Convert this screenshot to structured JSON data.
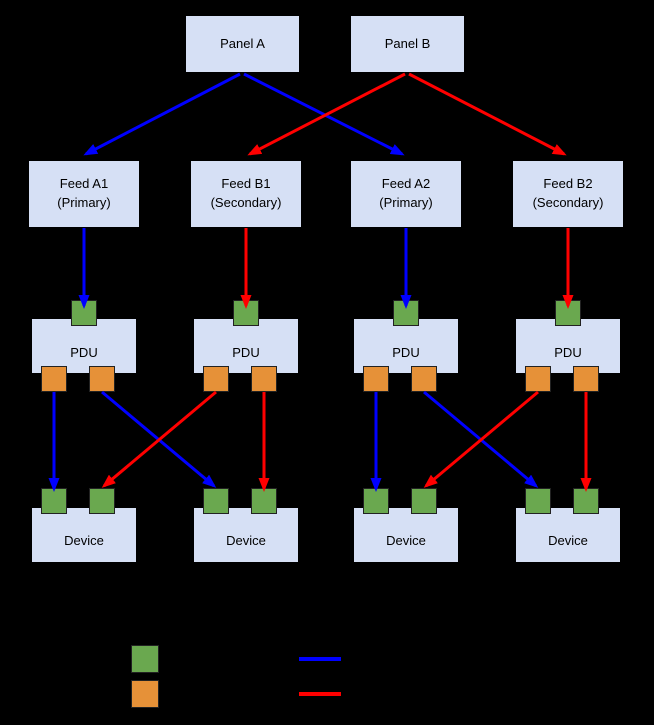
{
  "diagram": {
    "panels": [
      {
        "label": "Panel A"
      },
      {
        "label": "Panel B"
      }
    ],
    "feeds": [
      {
        "name": "Feed A1",
        "role": "(Primary)"
      },
      {
        "name": "Feed B1",
        "role": "(Secondary)"
      },
      {
        "name": "Feed A2",
        "role": "(Primary)"
      },
      {
        "name": "Feed B2",
        "role": "(Secondary)"
      }
    ],
    "pdus": [
      {
        "label": "PDU"
      },
      {
        "label": "PDU"
      },
      {
        "label": "PDU"
      },
      {
        "label": "PDU"
      }
    ],
    "devices": [
      {
        "label": "Device"
      },
      {
        "label": "Device"
      },
      {
        "label": "Device"
      },
      {
        "label": "Device"
      }
    ],
    "colors": {
      "background": "#000000",
      "node_fill": "#d6e0f5",
      "input_port_green": "#6aa84f",
      "output_port_orange": "#e69138",
      "feed_a_blue": "#0000ff",
      "feed_b_red": "#ff0000"
    },
    "legend": {
      "swatches": [
        {
          "name": "input-port",
          "color": "#6aa84f"
        },
        {
          "name": "output-port",
          "color": "#e69138"
        }
      ],
      "lines": [
        {
          "name": "a-feed",
          "color": "#0000ff"
        },
        {
          "name": "b-feed",
          "color": "#ff0000"
        }
      ]
    }
  }
}
